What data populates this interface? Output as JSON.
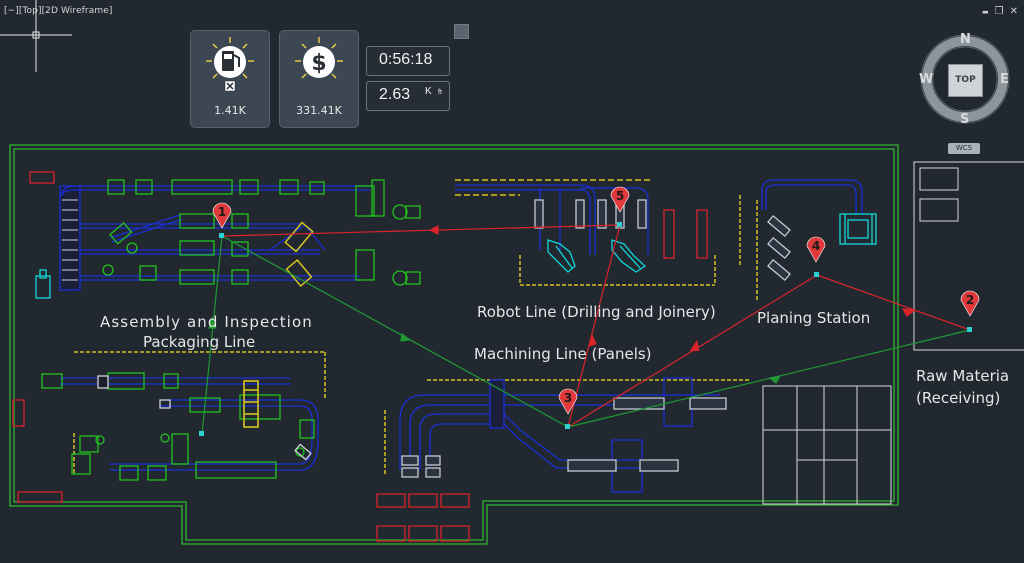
{
  "viewport": {
    "label": "[−][Top][2D Wireframe]"
  },
  "window_controls": {
    "minimize": "▬",
    "restore": "❐",
    "close": "✕"
  },
  "hud": {
    "fuel_value": "1.41K",
    "cost_value": "331.41K",
    "time_value": "0:56:18",
    "distance_value": "2.63",
    "distance_unit": "K",
    "distance_unit_sub": "ft"
  },
  "viewcube": {
    "north": "N",
    "south": "S",
    "east": "E",
    "west": "W",
    "face": "TOP",
    "wcs": "WCS"
  },
  "labels": {
    "assembly": "Assembly and Inspection",
    "packaging": "Packaging Line",
    "robot": "Robot Line (Drilling and Joinery)",
    "planing": "Planing Station",
    "machining": "Machining Line (Panels)",
    "raw1": "Raw Materia",
    "raw2": "(Receiving)"
  },
  "markers": [
    {
      "num": "1"
    },
    {
      "num": "2"
    },
    {
      "num": "3"
    },
    {
      "num": "4"
    },
    {
      "num": "5"
    }
  ],
  "colors": {
    "background": "#212830",
    "wall": "#2fb52f",
    "conveyor": "#1b2fd6",
    "equipment": "#23c21f",
    "robot": "#11d8d8",
    "route_red": "#d9242a",
    "route_green": "#1f9a33",
    "marker": "#e0393c"
  }
}
